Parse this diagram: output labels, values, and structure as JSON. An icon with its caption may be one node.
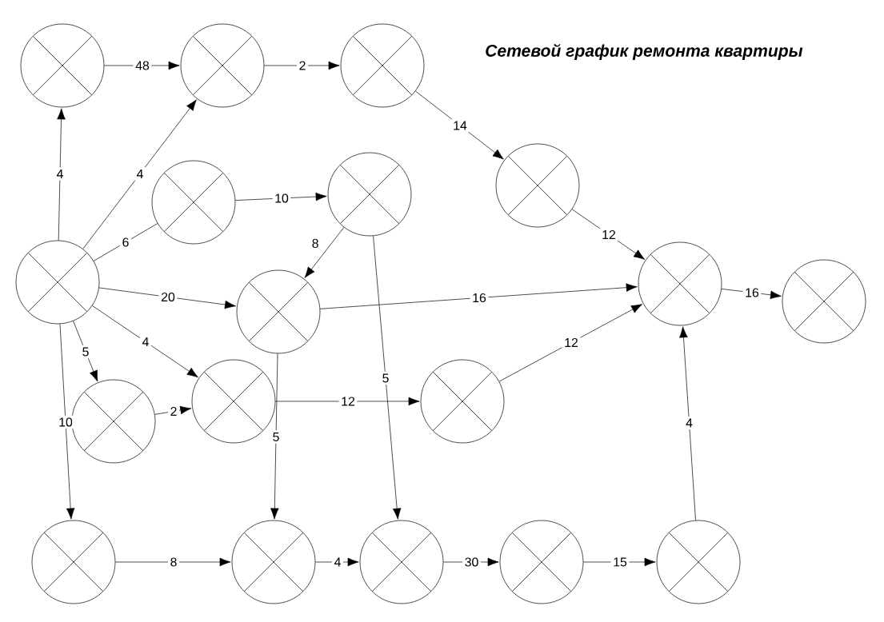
{
  "diagram": {
    "title": "Сетевой график ремонта квартиры",
    "nodes": [
      {
        "text": [],
        "shape": "circle"
      },
      {
        "text": [],
        "shape": "circle"
      },
      {
        "text": [],
        "shape": "circle"
      },
      {
        "text": [],
        "shape": "circle"
      },
      {
        "text": [],
        "shape": "circle"
      },
      {
        "text": [],
        "shape": "circle"
      },
      {
        "text": [],
        "shape": "circle"
      },
      {
        "text": [],
        "shape": "circle"
      },
      {
        "text": [],
        "shape": "circle"
      },
      {
        "text": [],
        "shape": "circle"
      },
      {
        "text": [],
        "shape": "circle"
      },
      {
        "text": [],
        "shape": "circle"
      },
      {
        "text": [],
        "shape": "circle"
      },
      {
        "text": [],
        "shape": "circle"
      },
      {
        "text": [],
        "shape": "circle"
      },
      {
        "text": [],
        "shape": "circle"
      },
      {
        "text": [],
        "shape": "circle"
      },
      {
        "text": [],
        "shape": "circle"
      }
    ],
    "edges": [
      {
        "from": 0,
        "to": 1,
        "arrow": "to",
        "label": "48"
      },
      {
        "from": 1,
        "to": 2,
        "arrow": "to",
        "label": "2"
      },
      {
        "from": 2,
        "to": 3,
        "arrow": "to",
        "label": "14"
      },
      {
        "from": 3,
        "to": 8,
        "arrow": "to",
        "label": "12"
      },
      {
        "from": 8,
        "to": 9,
        "arrow": "to",
        "label": "16"
      },
      {
        "from": 6,
        "to": 0,
        "arrow": "to",
        "label": "4"
      },
      {
        "from": 6,
        "to": 1,
        "arrow": "to",
        "label": "4"
      },
      {
        "from": 6,
        "to": 4,
        "arrow": "none",
        "label": "6"
      },
      {
        "from": 4,
        "to": 5,
        "arrow": "to",
        "label": "10"
      },
      {
        "from": 5,
        "to": 7,
        "arrow": "to",
        "label": "8"
      },
      {
        "from": 6,
        "to": 7,
        "arrow": "to",
        "label": "20"
      },
      {
        "from": 7,
        "to": 8,
        "arrow": "to",
        "label": "16"
      },
      {
        "from": 6,
        "to": 10,
        "arrow": "to",
        "label": "5"
      },
      {
        "from": 6,
        "to": 11,
        "arrow": "to",
        "label": "4"
      },
      {
        "from": 10,
        "to": 11,
        "arrow": "to",
        "label": "2"
      },
      {
        "from": 11,
        "to": 12,
        "arrow": "to",
        "label": "12"
      },
      {
        "from": 12,
        "to": 8,
        "arrow": "to",
        "label": "12"
      },
      {
        "from": 7,
        "to": 14,
        "arrow": "to",
        "label": "5"
      },
      {
        "from": 5,
        "to": 15,
        "arrow": "to",
        "label": "5"
      },
      {
        "from": 6,
        "to": 13,
        "arrow": "to",
        "label": "10"
      },
      {
        "from": 13,
        "to": 14,
        "arrow": "to",
        "label": "8"
      },
      {
        "from": 14,
        "to": 15,
        "arrow": "to",
        "label": "4"
      },
      {
        "from": 15,
        "to": 16,
        "arrow": "to",
        "label": "30"
      },
      {
        "from": 16,
        "to": 17,
        "arrow": "to",
        "label": "15"
      },
      {
        "from": 17,
        "to": 8,
        "arrow": "to",
        "label": "4"
      }
    ]
  }
}
